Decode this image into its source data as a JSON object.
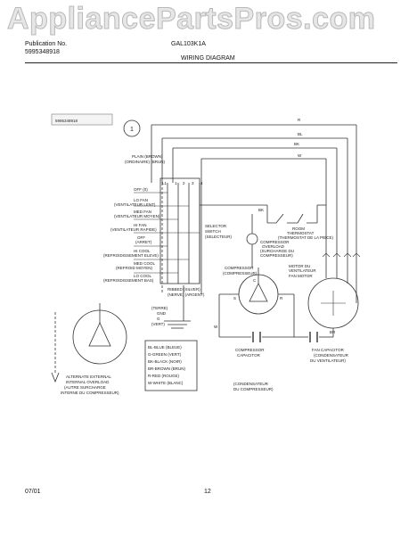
{
  "watermark": "AppliancePartsPros.com",
  "header": {
    "pub_label": "Publication No.",
    "pub_number": "5995348918",
    "model": "GAL103K1A",
    "title": "WIRING DIAGRAM"
  },
  "footer": {
    "date": "07/01",
    "page": "12"
  },
  "diagram": {
    "top_code": "5995348918",
    "cord_labels": [
      "PLAIN (BROWN)",
      "(ORDINAIRE) (BRUN)"
    ],
    "switch_labels": [
      "OFF (0)",
      "LO FAN",
      "(VENTILATEUR LENT)",
      "MED FAN",
      "(VENTILATEUR MOYEN)",
      "HI FAN",
      "(VENTILATEUR RAPIDE)",
      "OFF",
      "(ARRET)",
      "HI COOL",
      "(REFROIDISSEMENT ELEVE)",
      "MED COOL",
      "(REFROID MOYEN)",
      "LO COOL",
      "(REFROIDISSEMENT BAS)"
    ],
    "terminals": [
      "L1",
      "1",
      "2",
      "3",
      "4"
    ],
    "wire_colors": [
      "R",
      "BL",
      "BK",
      "W",
      "BK",
      "W",
      "BR"
    ],
    "selector": [
      "SELECTOR",
      "SWITCH",
      "(SELECTEUR)"
    ],
    "thermostat": [
      "ROOM",
      "THERMOSTAT",
      "(THERMOSTAT DE LA PIECE)"
    ],
    "overload": [
      "COMPRESSOR",
      "OVERLOAD",
      "(SURCHARGE DU",
      "COMPRESSEUR)"
    ],
    "compressor": [
      "COMPRESSOR",
      "(COMPRESSEUR)"
    ],
    "fan_motor": [
      "MOTOR DU",
      "VENTILATEUR",
      "FAN MOTOR"
    ],
    "comp_cap": [
      "COMPRESSOR",
      "CAPACITOR",
      "(CONDENSATEUR",
      "DU COMPRESSEUR)"
    ],
    "fan_cap": [
      "FAN CAPACITOR",
      "(CONDENSATEUR",
      "DU VENTILATEUR)"
    ],
    "ribbed": [
      "RIBBED (SILVER)",
      "(NERVE) (ARGENT)"
    ],
    "ground": [
      "(TERRE)",
      "GND",
      "G",
      "(VERT)"
    ],
    "legend": [
      "BL-BLUE (BLEUE)",
      "G-GREEN (VERT)",
      "BK-BLACK (NOIR)",
      "BR-BROWN (BRUN)",
      "R-RED (ROUGE)",
      "W-WHITE (BLANC)"
    ],
    "internal": [
      "ALTERNATE EXTERNAL",
      "INTERNAL OVERLOAD",
      "(AUTRE SURCHARGE",
      "INTERNE DU COMPRESSEUR)"
    ],
    "c_label": "C",
    "s_label": "S",
    "r_label": "R",
    "one": "1"
  }
}
